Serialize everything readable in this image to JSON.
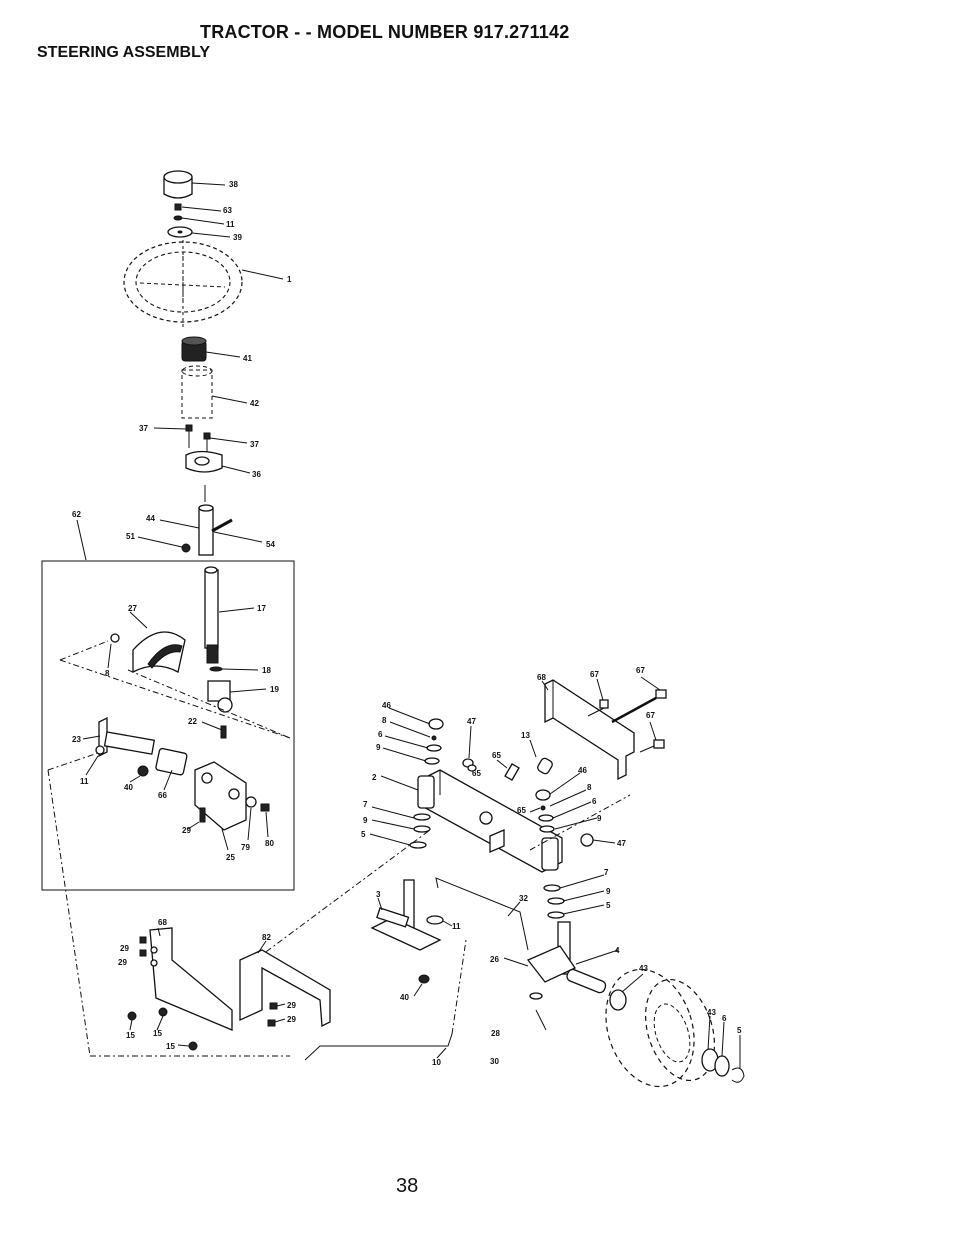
{
  "header": {
    "title": "TRACTOR - - MODEL NUMBER 917.271142",
    "subtitle": "STEERING ASSEMBLY"
  },
  "footer": {
    "page_number": "38"
  },
  "callouts": {
    "c38": "38",
    "c63": "63",
    "c11a": "11",
    "c39": "39",
    "c1": "1",
    "c41": "41",
    "c42": "42",
    "c37a": "37",
    "c37b": "37",
    "c36": "36",
    "c62": "62",
    "c44": "44",
    "c51": "51",
    "c54": "54",
    "c27": "27",
    "c17": "17",
    "c8a": "8",
    "c18": "18",
    "c19": "19",
    "c22": "22",
    "c23": "23",
    "c11b": "11",
    "c40a": "40",
    "c66": "66",
    "c29a": "29",
    "c25": "25",
    "c79": "79",
    "c80": "80",
    "c68a": "68",
    "c67a": "67",
    "c67b": "67",
    "c67c": "67",
    "c46a": "46",
    "c8b": "8",
    "c6a": "6",
    "c9a": "9",
    "c47a": "47",
    "c13": "13",
    "c65a": "65",
    "c65b": "65",
    "c2": "2",
    "c46b": "46",
    "c8c": "8",
    "c65c": "65",
    "c6b": "6",
    "c9b": "9",
    "c7a": "7",
    "c9c": "9",
    "c5a": "5",
    "c47b": "47",
    "c7b": "7",
    "c9d": "9",
    "c5b": "5",
    "c32": "32",
    "c3": "3",
    "c11c": "11",
    "c4": "4",
    "c26": "26",
    "c43a": "43",
    "c68b": "68",
    "c82": "82",
    "c29b": "29",
    "c29c": "29",
    "c40b": "40",
    "c29d": "29",
    "c29e": "29",
    "c15a": "15",
    "c15b": "15",
    "c15c": "15",
    "c10": "10",
    "c28": "28",
    "c30": "30",
    "c43b": "43",
    "c6c": "6",
    "c5c": "5"
  }
}
